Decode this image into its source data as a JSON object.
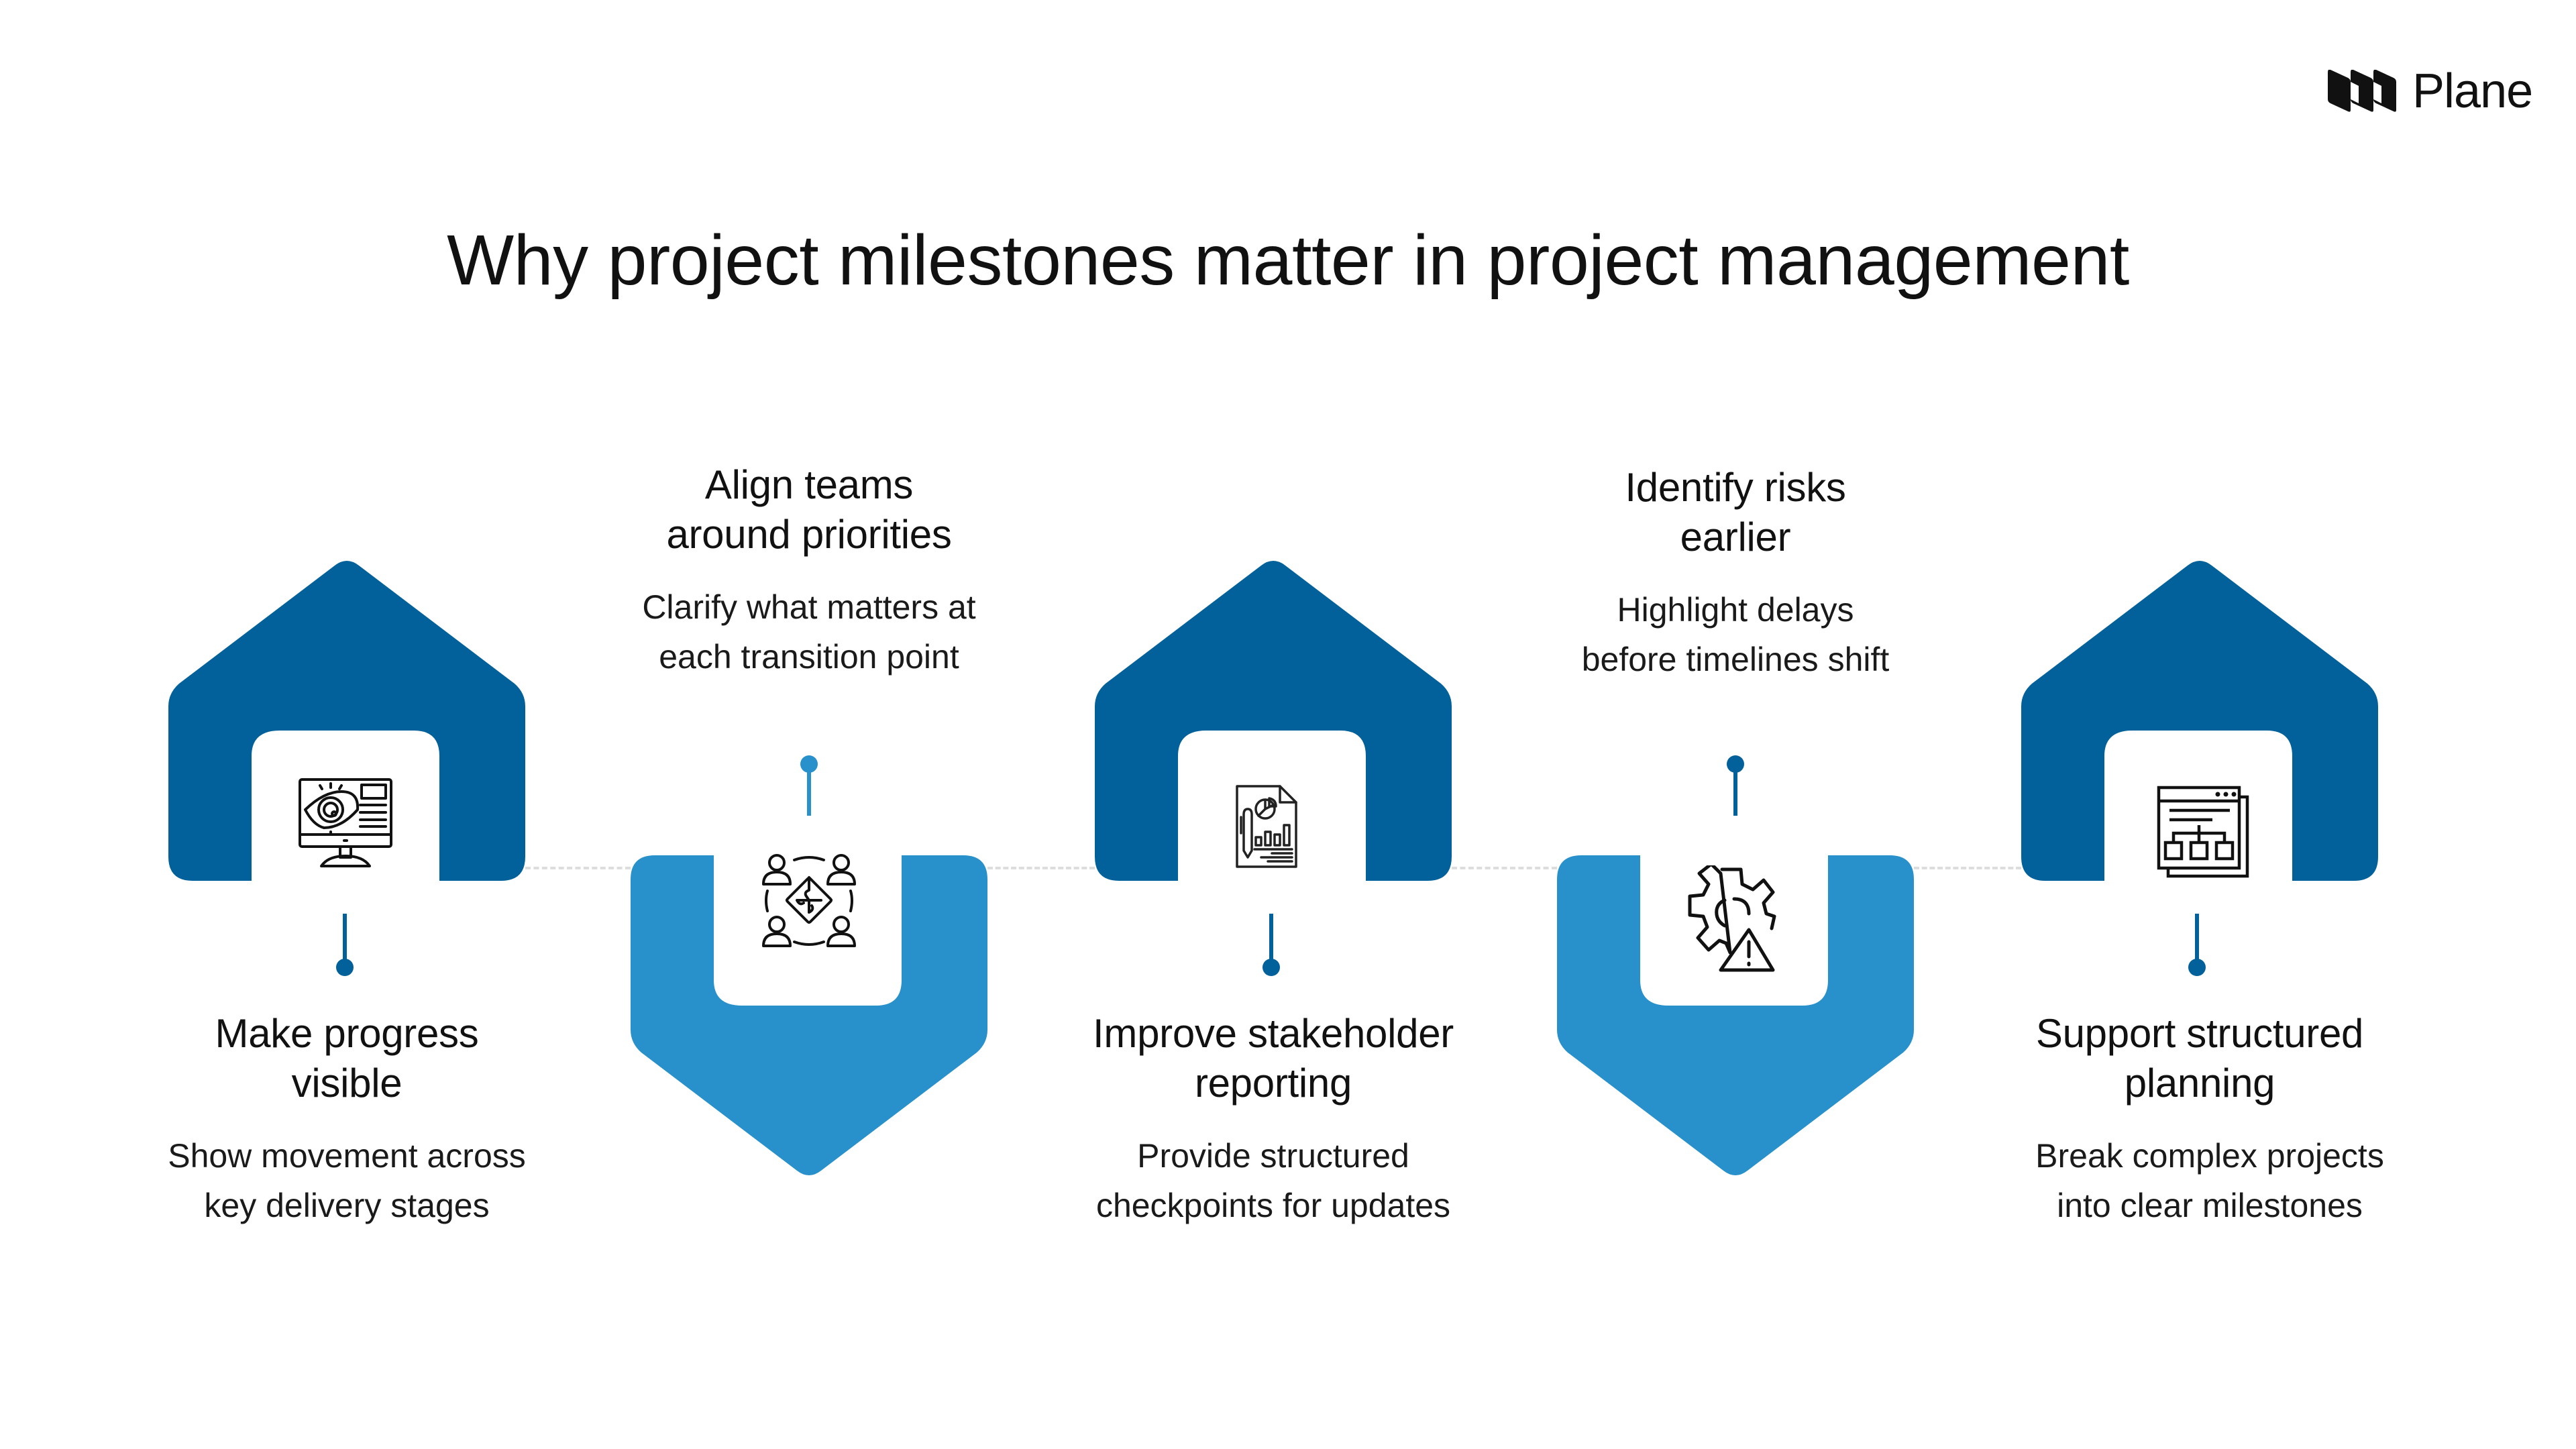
{
  "brand": {
    "logo_text": "Plane",
    "logo_icon": "plane-logo-mark"
  },
  "title": "Why project milestones matter in project management",
  "colors": {
    "dark_blue": "#02619A",
    "light_blue": "#2891CB",
    "connector": "#DDDDDD",
    "text": "#111111",
    "background": "#FFFFFF"
  },
  "milestones": [
    {
      "heading_line1": "Make progress",
      "heading_line2": "visible",
      "desc_line1": "Show movement across",
      "desc_line2": "key delivery stages",
      "icon": "monitor-eye-icon",
      "shape": "house-up",
      "color": "dark_blue",
      "label_position": "below"
    },
    {
      "heading_line1": "Align teams",
      "heading_line2": "around priorities",
      "desc_line1": "Clarify what matters at",
      "desc_line2": "each transition point",
      "icon": "team-puzzle-icon",
      "shape": "house-down",
      "color": "light_blue",
      "label_position": "above"
    },
    {
      "heading_line1": "Improve stakeholder",
      "heading_line2": "reporting",
      "desc_line1": "Provide structured",
      "desc_line2": "checkpoints for updates",
      "icon": "report-document-icon",
      "shape": "house-up",
      "color": "dark_blue",
      "label_position": "below"
    },
    {
      "heading_line1": "Identify risks",
      "heading_line2": "earlier",
      "desc_line1": "Highlight delays",
      "desc_line2": "before timelines shift",
      "icon": "gear-warning-icon",
      "shape": "house-down",
      "color": "light_blue",
      "label_position": "above"
    },
    {
      "heading_line1": "Support structured",
      "heading_line2": "planning",
      "desc_line1": "Break complex projects",
      "desc_line2": "into clear milestones",
      "icon": "sitemap-window-icon",
      "shape": "house-up",
      "color": "dark_blue",
      "label_position": "below"
    }
  ]
}
